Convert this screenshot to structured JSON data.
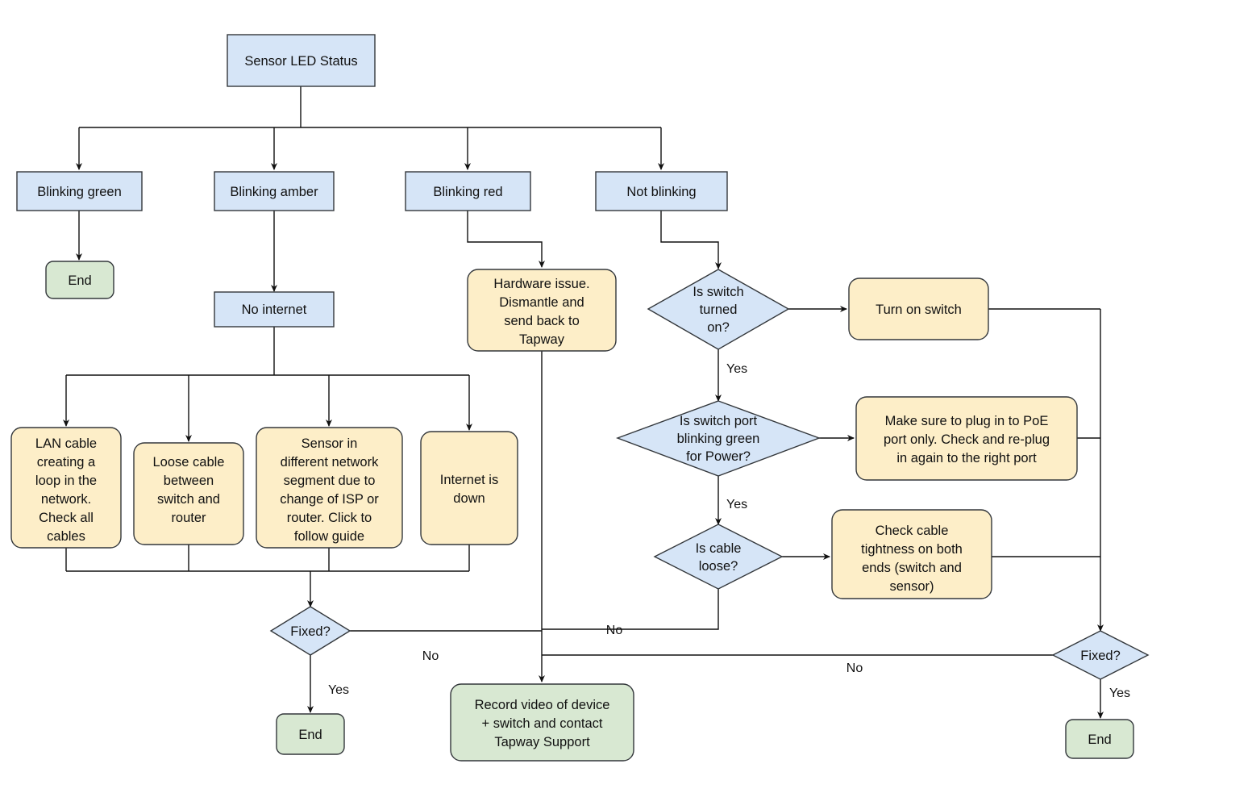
{
  "diagram": {
    "title": "Sensor LED Status Troubleshooting Flowchart",
    "colors": {
      "decision_fill": "#d6e5f7",
      "process_fill": "#fdeec8",
      "terminal_fill": "#d8e8d2",
      "stroke": "#33373b",
      "connector": "#111111",
      "background": "#ffffff"
    },
    "nodes": [
      {
        "id": "start",
        "label": "Sensor LED Status",
        "shape": "rect",
        "color": "blue"
      },
      {
        "id": "blink_green",
        "label": "Blinking green",
        "shape": "rect",
        "color": "blue"
      },
      {
        "id": "blink_amber",
        "label": "Blinking amber",
        "shape": "rect",
        "color": "blue"
      },
      {
        "id": "blink_red",
        "label": "Blinking red",
        "shape": "rect",
        "color": "blue"
      },
      {
        "id": "not_blinking",
        "label": "Not blinking",
        "shape": "rect",
        "color": "blue"
      },
      {
        "id": "end_green",
        "label": "End",
        "shape": "rounded",
        "color": "green"
      },
      {
        "id": "no_internet",
        "label": "No internet",
        "shape": "rect",
        "color": "blue"
      },
      {
        "id": "lan_loop",
        "label": "LAN cable creating a loop in the network. Check all cables",
        "shape": "rounded",
        "color": "yellow"
      },
      {
        "id": "loose_cable",
        "label": "Loose cable between switch and router",
        "shape": "rounded",
        "color": "yellow"
      },
      {
        "id": "diff_segment",
        "label": "Sensor in different network segment due to change of ISP or router. Click to follow guide",
        "shape": "rounded",
        "color": "yellow"
      },
      {
        "id": "internet_down",
        "label": "Internet is down",
        "shape": "rounded",
        "color": "yellow"
      },
      {
        "id": "hardware",
        "label": "Hardware issue. Dismantle and send back to Tapway",
        "shape": "rounded",
        "color": "yellow"
      },
      {
        "id": "q_switch_on",
        "label": "Is switch turned on?",
        "shape": "diamond",
        "color": "blue"
      },
      {
        "id": "turn_on",
        "label": "Turn on switch",
        "shape": "rounded",
        "color": "yellow"
      },
      {
        "id": "q_port_green",
        "label": "Is switch port blinking green for Power?",
        "shape": "diamond",
        "color": "blue"
      },
      {
        "id": "poe_port",
        "label": "Make sure to plug in to PoE port only. Check and re-plug in again to the right port",
        "shape": "rounded",
        "color": "yellow"
      },
      {
        "id": "q_cable_loose",
        "label": "Is cable loose?",
        "shape": "diamond",
        "color": "blue"
      },
      {
        "id": "check_tight",
        "label": "Check cable tightness on both ends (switch and sensor)",
        "shape": "rounded",
        "color": "yellow"
      },
      {
        "id": "q_fixed_left",
        "label": "Fixed?",
        "shape": "diamond",
        "color": "blue"
      },
      {
        "id": "q_fixed_right",
        "label": "Fixed?",
        "shape": "diamond",
        "color": "blue"
      },
      {
        "id": "end_left",
        "label": "End",
        "shape": "rounded",
        "color": "green"
      },
      {
        "id": "end_right",
        "label": "End",
        "shape": "rounded",
        "color": "green"
      },
      {
        "id": "record_video",
        "label": "Record video of device + switch and contact Tapway Support",
        "shape": "rounded",
        "color": "green"
      }
    ],
    "node_lines": {
      "start": [
        "Sensor LED Status"
      ],
      "blink_green": [
        "Blinking green"
      ],
      "blink_amber": [
        "Blinking amber"
      ],
      "blink_red": [
        "Blinking red"
      ],
      "not_blinking": [
        "Not blinking"
      ],
      "end_green": [
        "End"
      ],
      "no_internet": [
        "No internet"
      ],
      "lan_loop": [
        "LAN cable",
        "creating a",
        "loop in the",
        "network.",
        "Check all",
        "cables"
      ],
      "loose_cable": [
        "Loose cable",
        "between",
        "switch and",
        "router"
      ],
      "diff_segment": [
        "Sensor in",
        "different network",
        "segment due to",
        "change of ISP or",
        "router. Click to",
        "follow guide"
      ],
      "internet_down": [
        "Internet is",
        "down"
      ],
      "hardware": [
        "Hardware issue.",
        "Dismantle and",
        "send back to",
        "Tapway"
      ],
      "q_switch_on": [
        "Is switch",
        "turned",
        "on?"
      ],
      "turn_on": [
        "Turn on switch"
      ],
      "q_port_green": [
        "Is switch port",
        "blinking green",
        "for Power?"
      ],
      "poe_port": [
        "Make sure to plug in to PoE",
        "port only. Check and re-plug",
        "in again to the right port"
      ],
      "q_cable_loose": [
        "Is cable",
        "loose?"
      ],
      "check_tight": [
        "Check cable",
        "tightness on both",
        "ends (switch and",
        "sensor)"
      ],
      "q_fixed_left": [
        "Fixed?"
      ],
      "q_fixed_right": [
        "Fixed?"
      ],
      "end_left": [
        "End"
      ],
      "end_right": [
        "End"
      ],
      "record_video": [
        "Record video of device",
        "+ switch and contact",
        "Tapway Support"
      ]
    },
    "edge_labels": {
      "switch_on_yes": "Yes",
      "port_green_yes": "Yes",
      "fixed_left_no": "No",
      "fixed_left_yes": "Yes",
      "cable_loose_no": "No",
      "fixed_right_no": "No",
      "fixed_right_yes": "Yes"
    },
    "edges": [
      {
        "from": "start",
        "to": "blink_green",
        "label": ""
      },
      {
        "from": "start",
        "to": "blink_amber",
        "label": ""
      },
      {
        "from": "start",
        "to": "blink_red",
        "label": ""
      },
      {
        "from": "start",
        "to": "not_blinking",
        "label": ""
      },
      {
        "from": "blink_green",
        "to": "end_green",
        "label": ""
      },
      {
        "from": "blink_amber",
        "to": "no_internet",
        "label": ""
      },
      {
        "from": "no_internet",
        "to": "lan_loop",
        "label": ""
      },
      {
        "from": "no_internet",
        "to": "loose_cable",
        "label": ""
      },
      {
        "from": "no_internet",
        "to": "diff_segment",
        "label": ""
      },
      {
        "from": "no_internet",
        "to": "internet_down",
        "label": ""
      },
      {
        "from": "lan_loop",
        "to": "q_fixed_left",
        "label": ""
      },
      {
        "from": "loose_cable",
        "to": "q_fixed_left",
        "label": ""
      },
      {
        "from": "diff_segment",
        "to": "q_fixed_left",
        "label": ""
      },
      {
        "from": "internet_down",
        "to": "q_fixed_left",
        "label": ""
      },
      {
        "from": "blink_red",
        "to": "hardware",
        "label": ""
      },
      {
        "from": "hardware",
        "to": "record_video",
        "label": ""
      },
      {
        "from": "not_blinking",
        "to": "q_switch_on",
        "label": ""
      },
      {
        "from": "q_switch_on",
        "to": "turn_on",
        "label": ""
      },
      {
        "from": "q_switch_on",
        "to": "q_port_green",
        "label": "Yes"
      },
      {
        "from": "q_port_green",
        "to": "poe_port",
        "label": ""
      },
      {
        "from": "q_port_green",
        "to": "q_cable_loose",
        "label": "Yes"
      },
      {
        "from": "q_cable_loose",
        "to": "check_tight",
        "label": ""
      },
      {
        "from": "q_cable_loose",
        "to": "record_video",
        "label": "No"
      },
      {
        "from": "turn_on",
        "to": "q_fixed_right",
        "label": ""
      },
      {
        "from": "poe_port",
        "to": "q_fixed_right",
        "label": ""
      },
      {
        "from": "check_tight",
        "to": "q_fixed_right",
        "label": ""
      },
      {
        "from": "q_fixed_left",
        "to": "record_video",
        "label": "No"
      },
      {
        "from": "q_fixed_left",
        "to": "end_left",
        "label": "Yes"
      },
      {
        "from": "q_fixed_right",
        "to": "record_video",
        "label": "No"
      },
      {
        "from": "q_fixed_right",
        "to": "end_right",
        "label": "Yes"
      }
    ]
  }
}
